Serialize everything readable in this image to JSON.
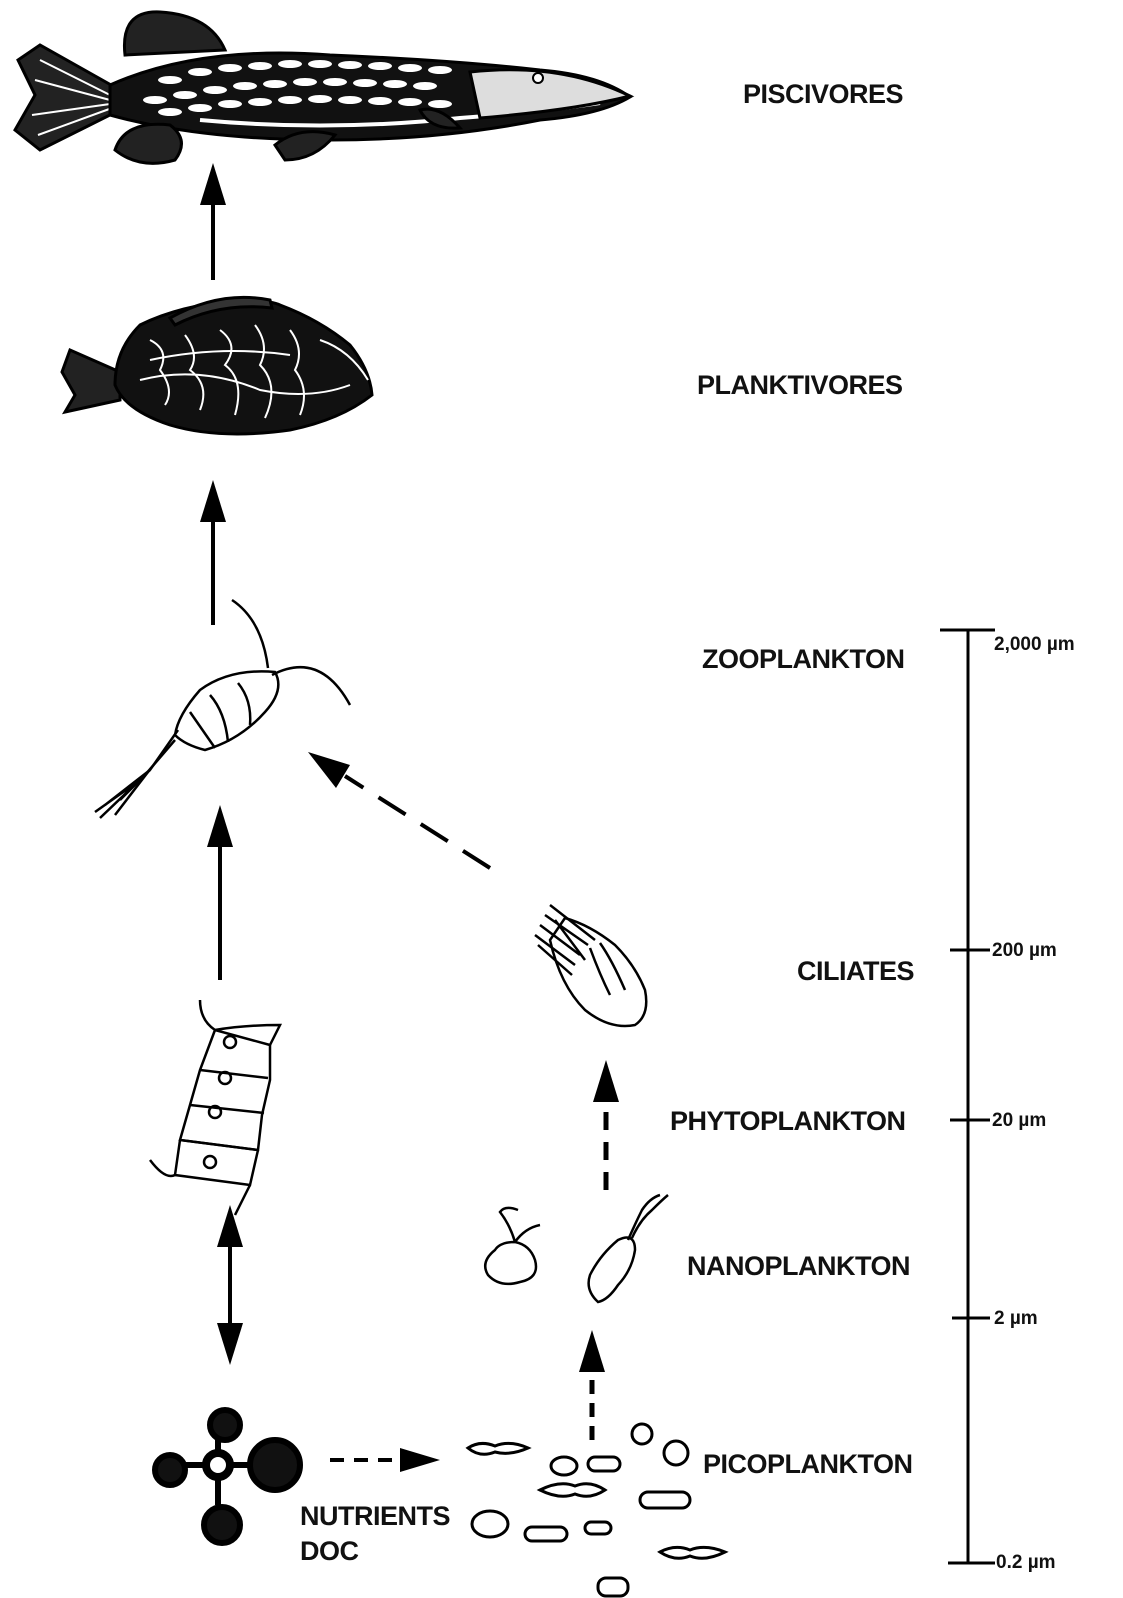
{
  "labels": {
    "piscivores": "PISCIVORES",
    "planktivores": "PLANKTIVORES",
    "zooplankton": "ZOOPLANKTON",
    "ciliates": "CILIATES",
    "phytoplankton": "PHYTOPLANKTON",
    "nanoplankton": "NANOPLANKTON",
    "picoplankton": "PICOPLANKTON",
    "nutrients": "NUTRIENTS",
    "doc": "DOC"
  },
  "scale": {
    "ticks": [
      "2,000 µm",
      "200 µm",
      "20 µm",
      "2 µm",
      "0.2 µm"
    ]
  }
}
